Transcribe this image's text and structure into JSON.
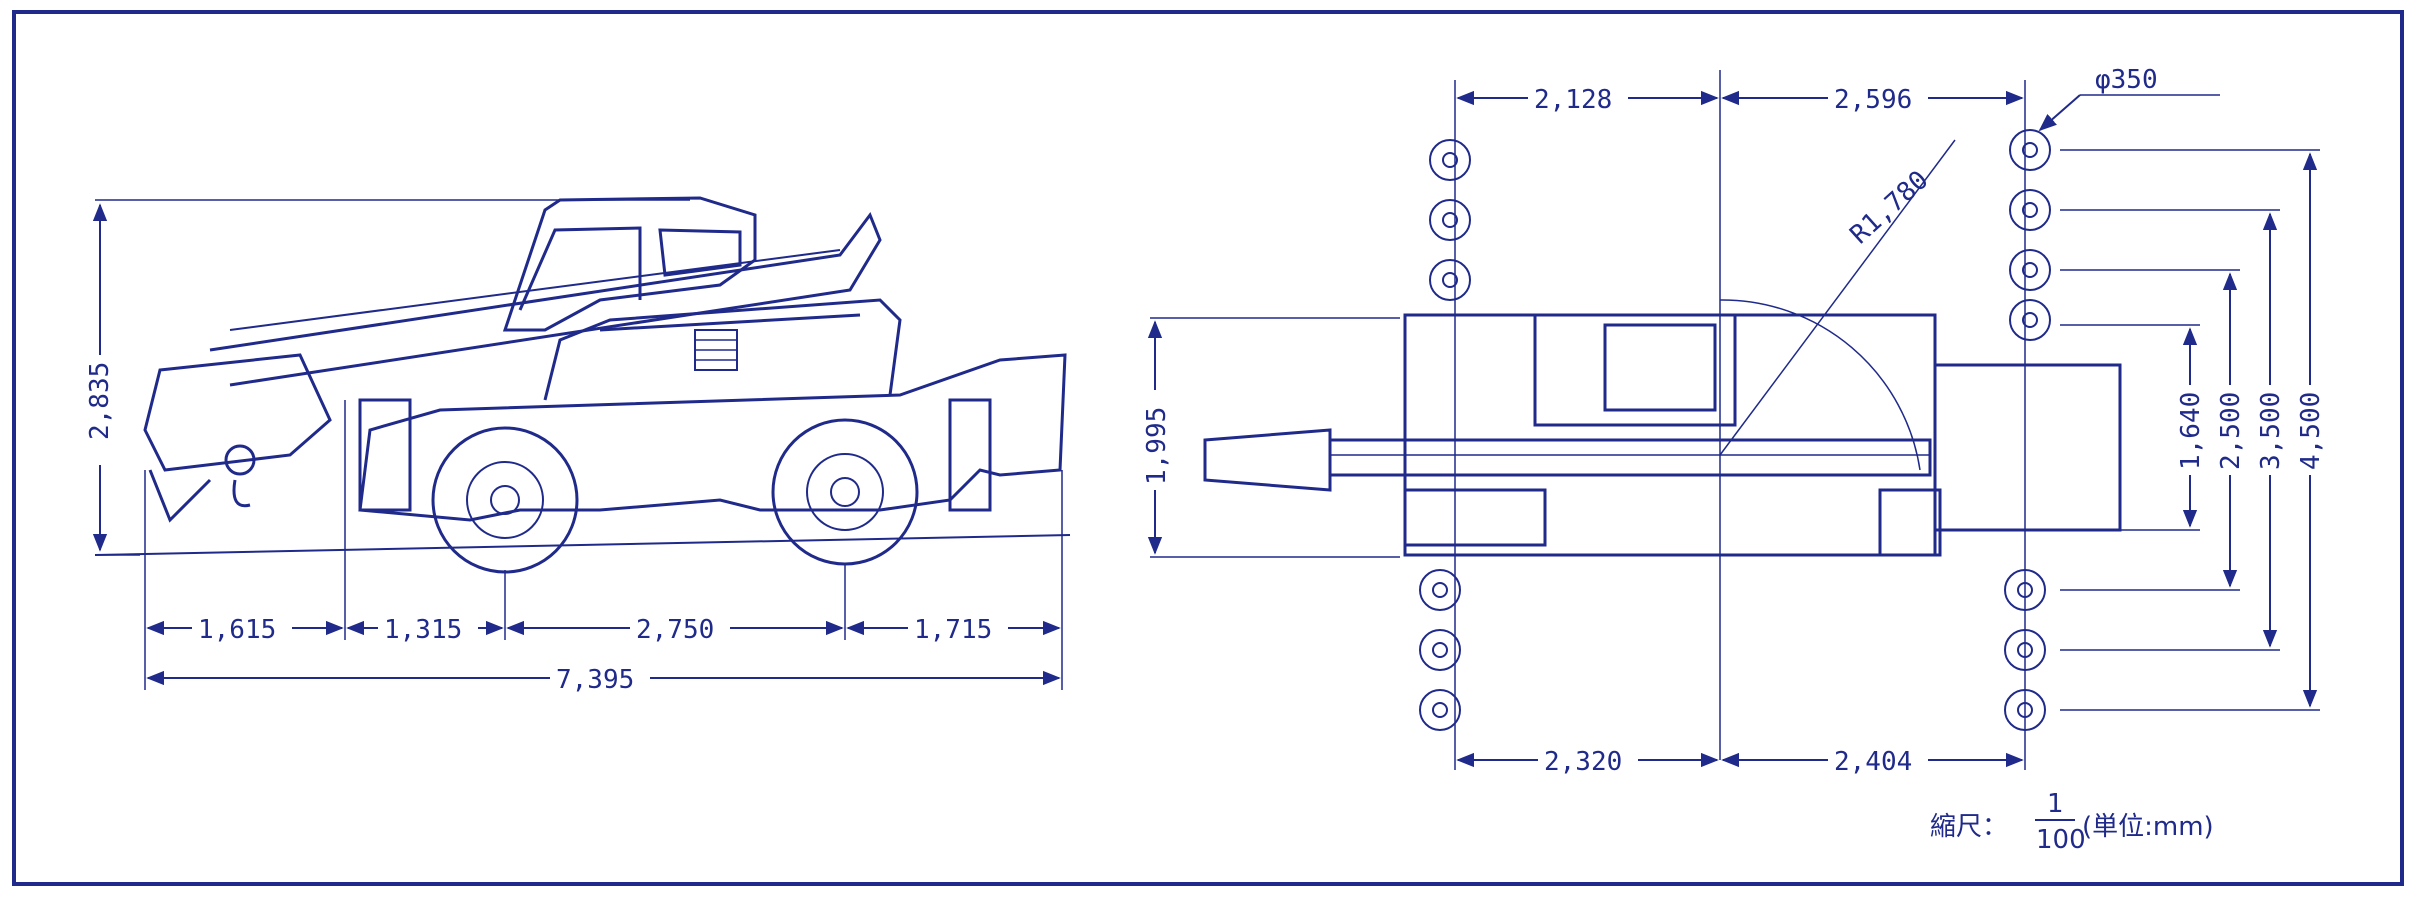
{
  "colors": {
    "ink": "#1f2a8a",
    "paper": "#ffffff",
    "frame": "#1f2a8a"
  },
  "side_view": {
    "height": "2,835",
    "front_overhang": "1,615",
    "front_axle_offset": "1,315",
    "wheelbase": "2,750",
    "rear_overhang": "1,715",
    "overall_length": "7,395"
  },
  "top_view": {
    "front_to_center": "2,128",
    "center_to_rear": "2,596",
    "outrigger_front": "2,320",
    "outrigger_rear": "2,404",
    "swing_radius": "R1,780",
    "float_diameter": "φ350",
    "body_width": "1,995",
    "outrigger_min": "1,640",
    "outrigger_mid": "2,500",
    "outrigger_mid2": "3,500",
    "outrigger_max": "4,500"
  },
  "scale": {
    "label": "縮尺：",
    "numerator": "1",
    "denominator": "100",
    "unit": "(単位:mm)"
  }
}
